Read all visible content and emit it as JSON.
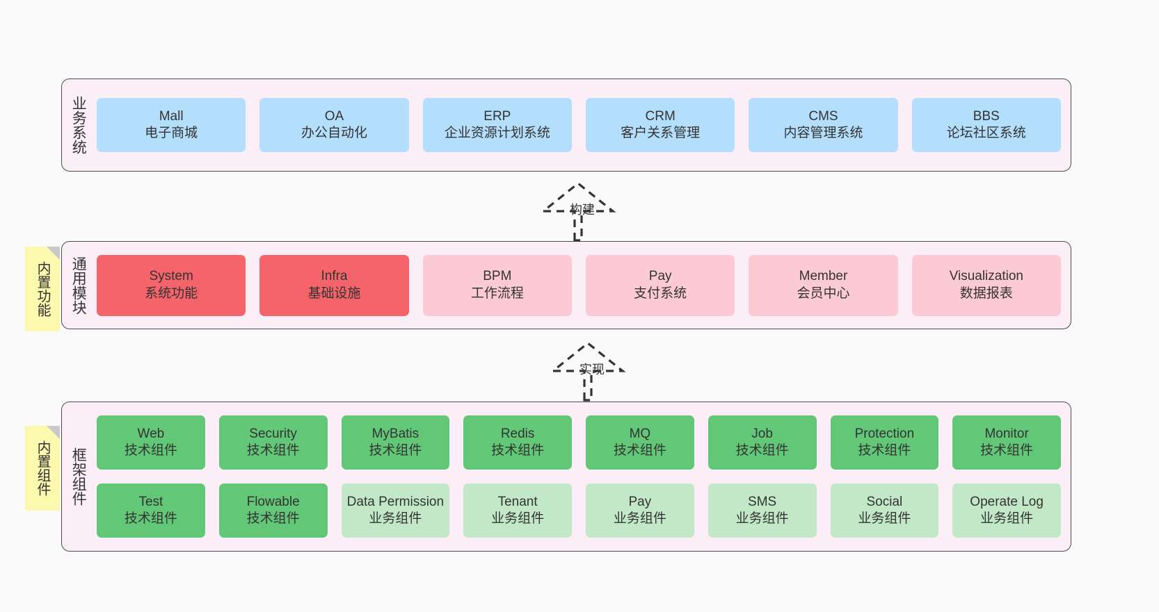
{
  "diagram": {
    "background": "#fafafa",
    "colors": {
      "panel_bg": "#fbeef6",
      "panel_border": "#4d4d4d",
      "blue": "#b3dffc",
      "red": "#f4646a",
      "pink": "#fccad3",
      "green": "#62c878",
      "light_green": "#c2e8c8",
      "note_yellow": "#fcf8ae",
      "note_fold": "#c9c9c9"
    }
  },
  "layers": {
    "business": {
      "caption": "业务系统",
      "nodes": [
        {
          "title": "Mall",
          "subtitle": "电子商城"
        },
        {
          "title": "OA",
          "subtitle": "办公自动化"
        },
        {
          "title": "ERP",
          "subtitle": "企业资源计划系统"
        },
        {
          "title": "CRM",
          "subtitle": "客户关系管理"
        },
        {
          "title": "CMS",
          "subtitle": "内容管理系统"
        },
        {
          "title": "BBS",
          "subtitle": "论坛社区系统"
        }
      ]
    },
    "common": {
      "caption": "通用模块",
      "note": "内置功能",
      "nodes": [
        {
          "title": "System",
          "subtitle": "系统功能",
          "style": "red"
        },
        {
          "title": "Infra",
          "subtitle": "基础设施",
          "style": "red"
        },
        {
          "title": "BPM",
          "subtitle": "工作流程",
          "style": "pink"
        },
        {
          "title": "Pay",
          "subtitle": "支付系统",
          "style": "pink"
        },
        {
          "title": "Member",
          "subtitle": "会员中心",
          "style": "pink"
        },
        {
          "title": "Visualization",
          "subtitle": "数据报表",
          "style": "pink"
        }
      ]
    },
    "framework": {
      "caption": "框架组件",
      "note": "内置组件",
      "row1": [
        {
          "title": "Web",
          "subtitle": "技术组件",
          "style": "green"
        },
        {
          "title": "Security",
          "subtitle": "技术组件",
          "style": "green"
        },
        {
          "title": "MyBatis",
          "subtitle": "技术组件",
          "style": "green"
        },
        {
          "title": "Redis",
          "subtitle": "技术组件",
          "style": "green"
        },
        {
          "title": "MQ",
          "subtitle": "技术组件",
          "style": "green"
        },
        {
          "title": "Job",
          "subtitle": "技术组件",
          "style": "green"
        },
        {
          "title": "Protection",
          "subtitle": "技术组件",
          "style": "green"
        },
        {
          "title": "Monitor",
          "subtitle": "技术组件",
          "style": "green"
        }
      ],
      "row2": [
        {
          "title": "Test",
          "subtitle": "技术组件",
          "style": "green"
        },
        {
          "title": "Flowable",
          "subtitle": "技术组件",
          "style": "green"
        },
        {
          "title": "Data Permission",
          "subtitle": "业务组件",
          "style": "lightgreen"
        },
        {
          "title": "Tenant",
          "subtitle": "业务组件",
          "style": "lightgreen"
        },
        {
          "title": "Pay",
          "subtitle": "业务组件",
          "style": "lightgreen"
        },
        {
          "title": "SMS",
          "subtitle": "业务组件",
          "style": "lightgreen"
        },
        {
          "title": "Social",
          "subtitle": "业务组件",
          "style": "lightgreen"
        },
        {
          "title": "Operate Log",
          "subtitle": "业务组件",
          "style": "lightgreen"
        }
      ]
    }
  },
  "connectors": [
    {
      "id": "build",
      "label": "构建",
      "from": "common",
      "to": "business"
    },
    {
      "id": "implement",
      "label": "实现",
      "from": "framework",
      "to": "common"
    }
  ]
}
